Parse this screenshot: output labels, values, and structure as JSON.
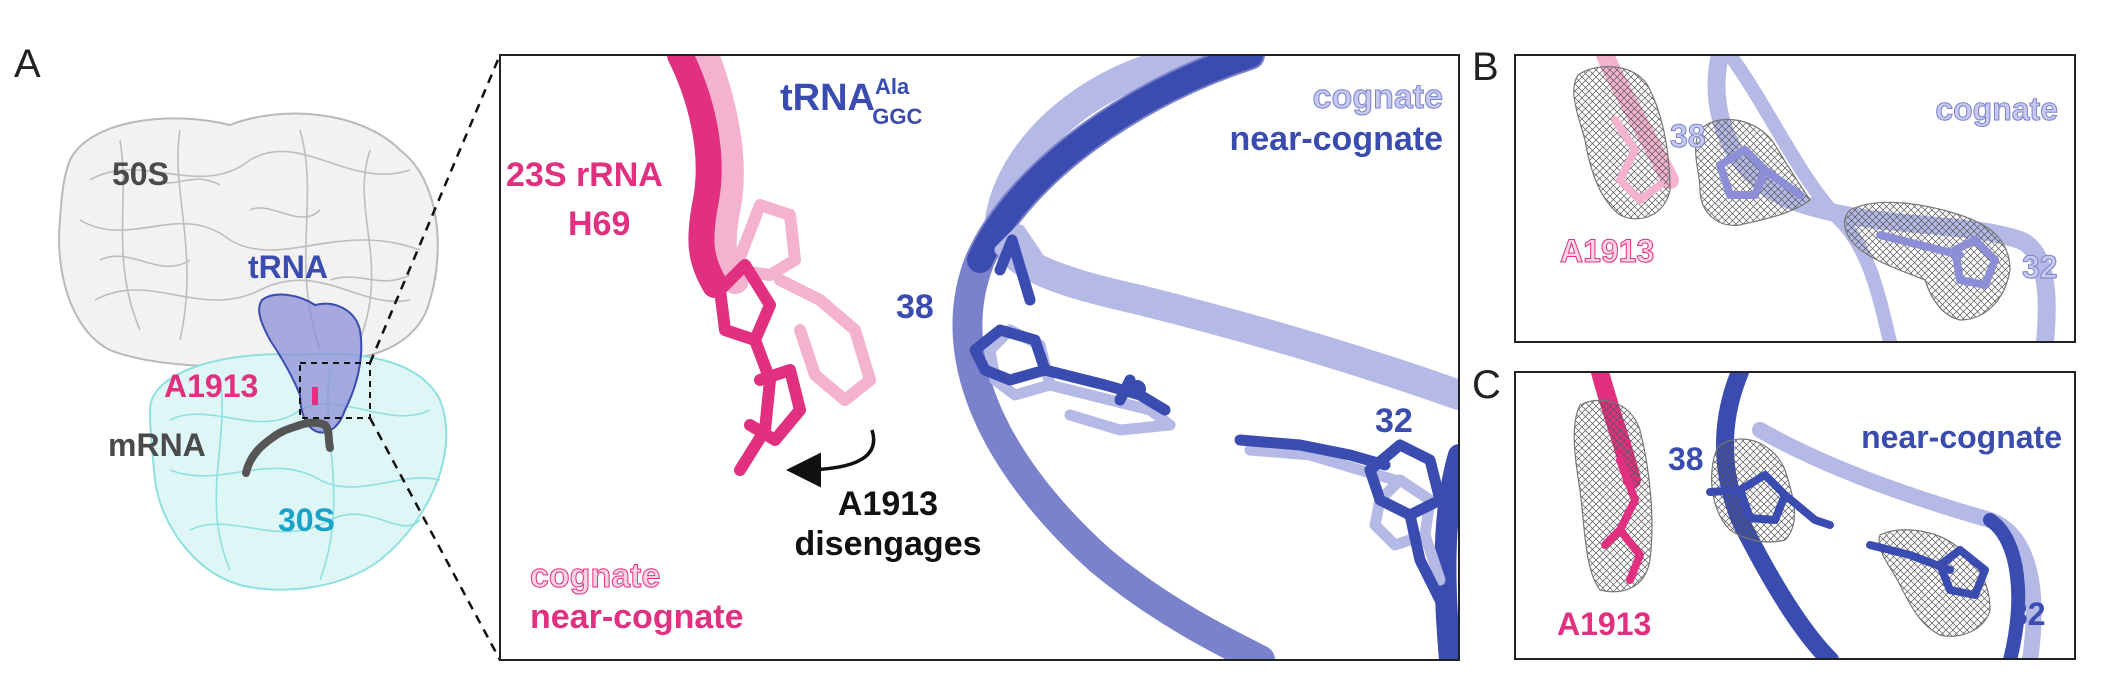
{
  "panel_letters": {
    "a": "A",
    "b": "B",
    "c": "C"
  },
  "overview": {
    "label_50s": "50S",
    "label_trna": "tRNA",
    "label_a1913": "A1913",
    "label_mrna": "mRNA",
    "label_30s": "30S"
  },
  "main": {
    "label_23s": "23S rRNA",
    "label_h69": "H69",
    "trna_main": "tRNA",
    "trna_super": "Ala",
    "trna_sub": "GGC",
    "legend_cognate": "cognate",
    "legend_near_cognate": "near-cognate",
    "label_38": "38",
    "label_32": "32",
    "arrow_text_1": "A1913",
    "arrow_text_2": "disengages",
    "legend_bottom_cognate": "cognate",
    "legend_bottom_near_cognate": "near-cognate"
  },
  "panel_b": {
    "title": "cognate",
    "label_38": "38",
    "label_a1913": "A1913",
    "label_32": "32"
  },
  "panel_c": {
    "title": "near-cognate",
    "label_38": "38",
    "label_a1913": "A1913",
    "label_32": "32"
  },
  "colors": {
    "magenta": "#e0307f",
    "light_pink": "#f4b2ce",
    "blue": "#3a4cb0",
    "light_blue": "#b5b9e6",
    "cyan": "#8ee0e0",
    "gray": "#c7c7c7",
    "dark_gray": "#4a4a4a",
    "teal_label": "#1aa3c8"
  }
}
